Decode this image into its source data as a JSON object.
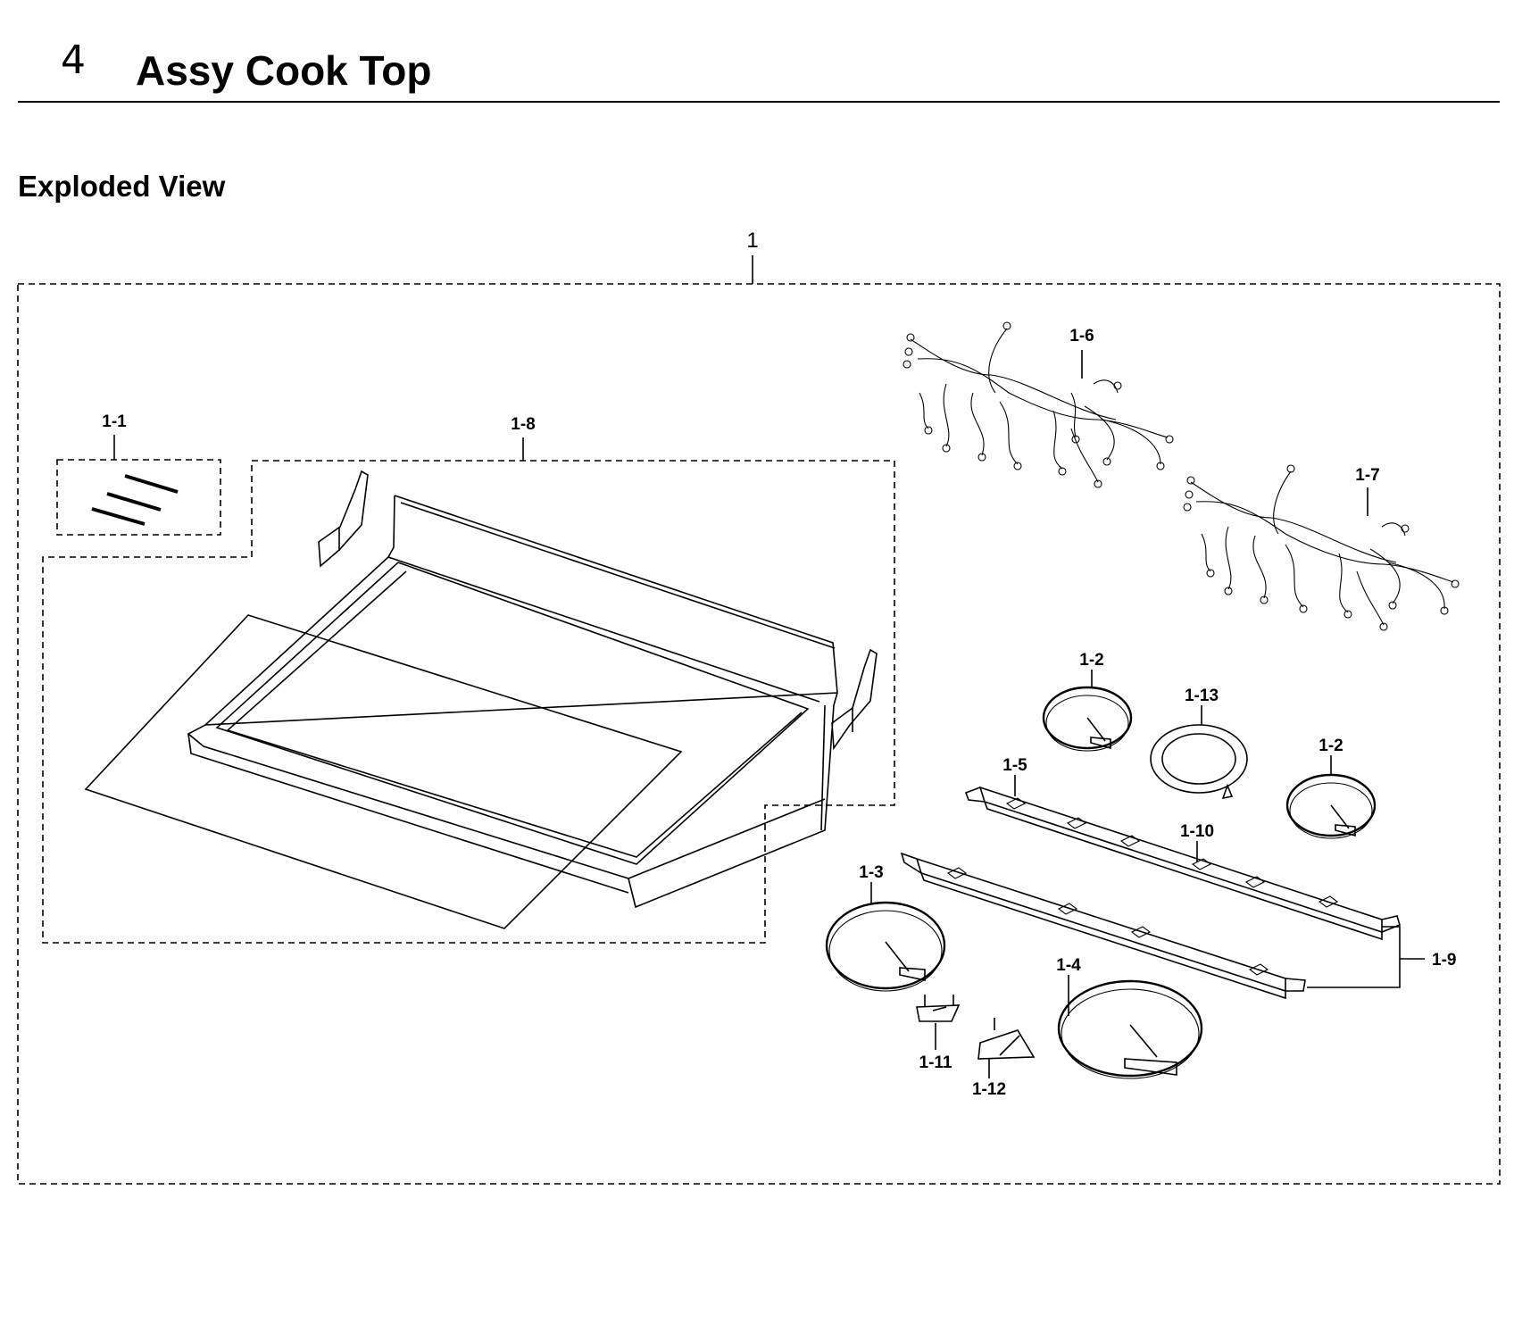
{
  "header": {
    "section_number": "4",
    "title": "Assy Cook Top",
    "subtitle": "Exploded View"
  },
  "callouts": {
    "assembly": "1",
    "c1_1": "1-1",
    "c1_8": "1-8",
    "c1_6": "1-6",
    "c1_7": "1-7",
    "c1_2a": "1-2",
    "c1_13": "1-13",
    "c1_2b": "1-2",
    "c1_5": "1-5",
    "c1_10": "1-10",
    "c1_3": "1-3",
    "c1_9": "1-9",
    "c1_4": "1-4",
    "c1_11": "1-11",
    "c1_12": "1-12"
  }
}
